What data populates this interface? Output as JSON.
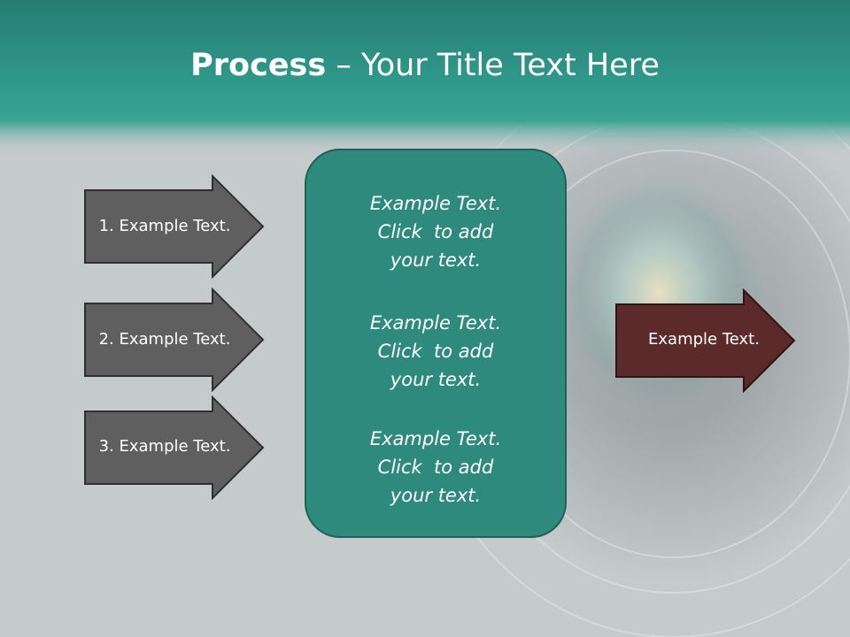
{
  "title": {
    "bold": "Process",
    "rest": " – Your Title Text Here"
  },
  "left_arrows": [
    {
      "label": "1. Example Text."
    },
    {
      "label": "2. Example Text."
    },
    {
      "label": "3. Example Text."
    }
  ],
  "center_box": {
    "blocks": [
      {
        "line1": "Example Text.",
        "line2": "Click  to add",
        "line3": "your text."
      },
      {
        "line1": "Example Text.",
        "line2": "Click  to add",
        "line3": "your text."
      },
      {
        "line1": "Example Text.",
        "line2": "Click  to add",
        "line3": "your text."
      }
    ]
  },
  "right_arrow": {
    "label": "Example Text."
  },
  "colors": {
    "header_teal": "#2f9a8c",
    "center_box_fill": "#2e8a7c",
    "left_arrow_fill": "#5f5f5f",
    "right_arrow_fill": "#5c2a2a",
    "background": "#c5cacb"
  }
}
